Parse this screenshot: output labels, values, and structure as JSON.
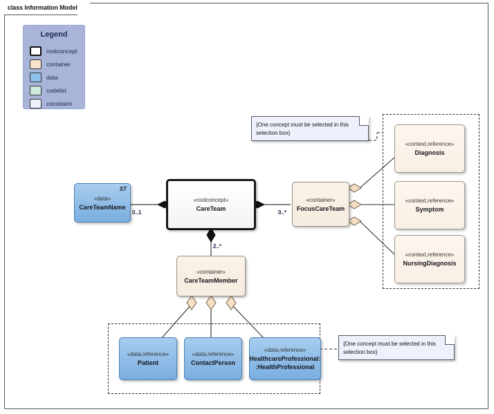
{
  "frame": {
    "title": "class Information Model"
  },
  "legend": {
    "title": "Legend",
    "items": [
      {
        "label": "rootconcept",
        "color": "#ffffff",
        "style": "thick"
      },
      {
        "label": "container",
        "color": "#f7e3cc",
        "style": "normal"
      },
      {
        "label": "data",
        "color": "#8fc2ea",
        "style": "normal"
      },
      {
        "label": "codelist",
        "color": "#cdeadb",
        "style": "normal"
      },
      {
        "label": "constraint",
        "color": "#eef0fb",
        "style": "normal"
      }
    ]
  },
  "nodes": {
    "careteamname": {
      "stereotype": "«data»",
      "name": "CareTeamName",
      "corner": "ST"
    },
    "careteam": {
      "stereotype": "«rootconcept»",
      "name": "CareTeam"
    },
    "focuscareteam": {
      "stereotype": "«container»",
      "name": "FocusCareTeam"
    },
    "careteammember": {
      "stereotype": "«container»",
      "name": "CareTeamMember"
    },
    "diagnosis": {
      "stereotype": "«context,reference»",
      "name": "Diagnosis"
    },
    "symptom": {
      "stereotype": "«context,reference»",
      "name": "Symptom"
    },
    "nursingdiagnosis": {
      "stereotype": "«context,reference»",
      "name": "NursingDiagnosis"
    },
    "patient": {
      "stereotype": "«data,reference»",
      "name": "Patient"
    },
    "contactperson": {
      "stereotype": "«data,reference»",
      "name": "ContactPerson"
    },
    "healthcareprofessional": {
      "stereotype": "«data,reference»",
      "name": "HealthcareProfessional:",
      "name2": ":HealthProfessional"
    }
  },
  "multiplicities": {
    "careteamname_end": "0..1",
    "focuscareteam_end": "0..*",
    "careteammember_end": "2..*"
  },
  "notes": {
    "top": "{One concept must be selected in this selection box}",
    "bottom": "{One concept must be selected in this selection box}"
  },
  "colors": {
    "legend_bg": "#a8b4d8",
    "note_bg": "#eef0fb",
    "data_fill": "#8fc2ea",
    "container_fill": "#f7e3cc",
    "line": "#2b2b2b"
  }
}
